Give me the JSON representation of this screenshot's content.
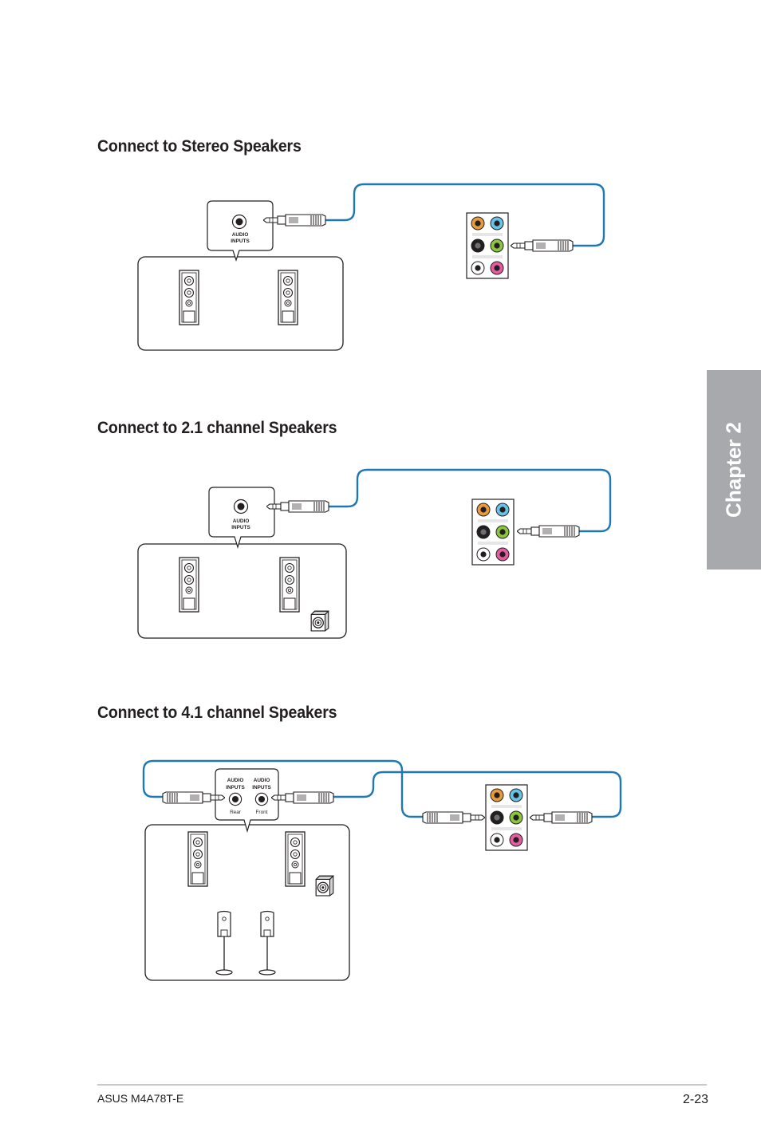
{
  "sections": [
    {
      "title": "Connect to Stereo Speakers",
      "input_label_1": "AUDIO",
      "input_label_2": "INPUTS"
    },
    {
      "title": "Connect to 2.1 channel Speakers",
      "input_label_1": "AUDIO",
      "input_label_2": "INPUTS"
    },
    {
      "title": "Connect to 4.1 channel Speakers",
      "rear": {
        "label_1": "AUDIO",
        "label_2": "INPUTS",
        "caption": "Rear"
      },
      "front": {
        "label_1": "AUDIO",
        "label_2": "INPUTS",
        "caption": "Front"
      }
    }
  ],
  "side_tab": {
    "label": "Chapter 2"
  },
  "footer": {
    "product": "ASUS M4A78T-E",
    "page_number": "2-23"
  },
  "colors": {
    "cable": "#1f78b4",
    "jack_orange": "#e89a3c",
    "jack_blue": "#67c3e8",
    "jack_black": "#231f20",
    "jack_green": "#8cc63f",
    "jack_gray": "#ffffff",
    "jack_pink": "#e55ca0",
    "tab": "#a7a9ac"
  },
  "icons": [
    "tower-speaker-icon",
    "subwoofer-icon",
    "satellite-speaker-icon",
    "audio-plug-icon",
    "audio-port-panel-icon"
  ]
}
